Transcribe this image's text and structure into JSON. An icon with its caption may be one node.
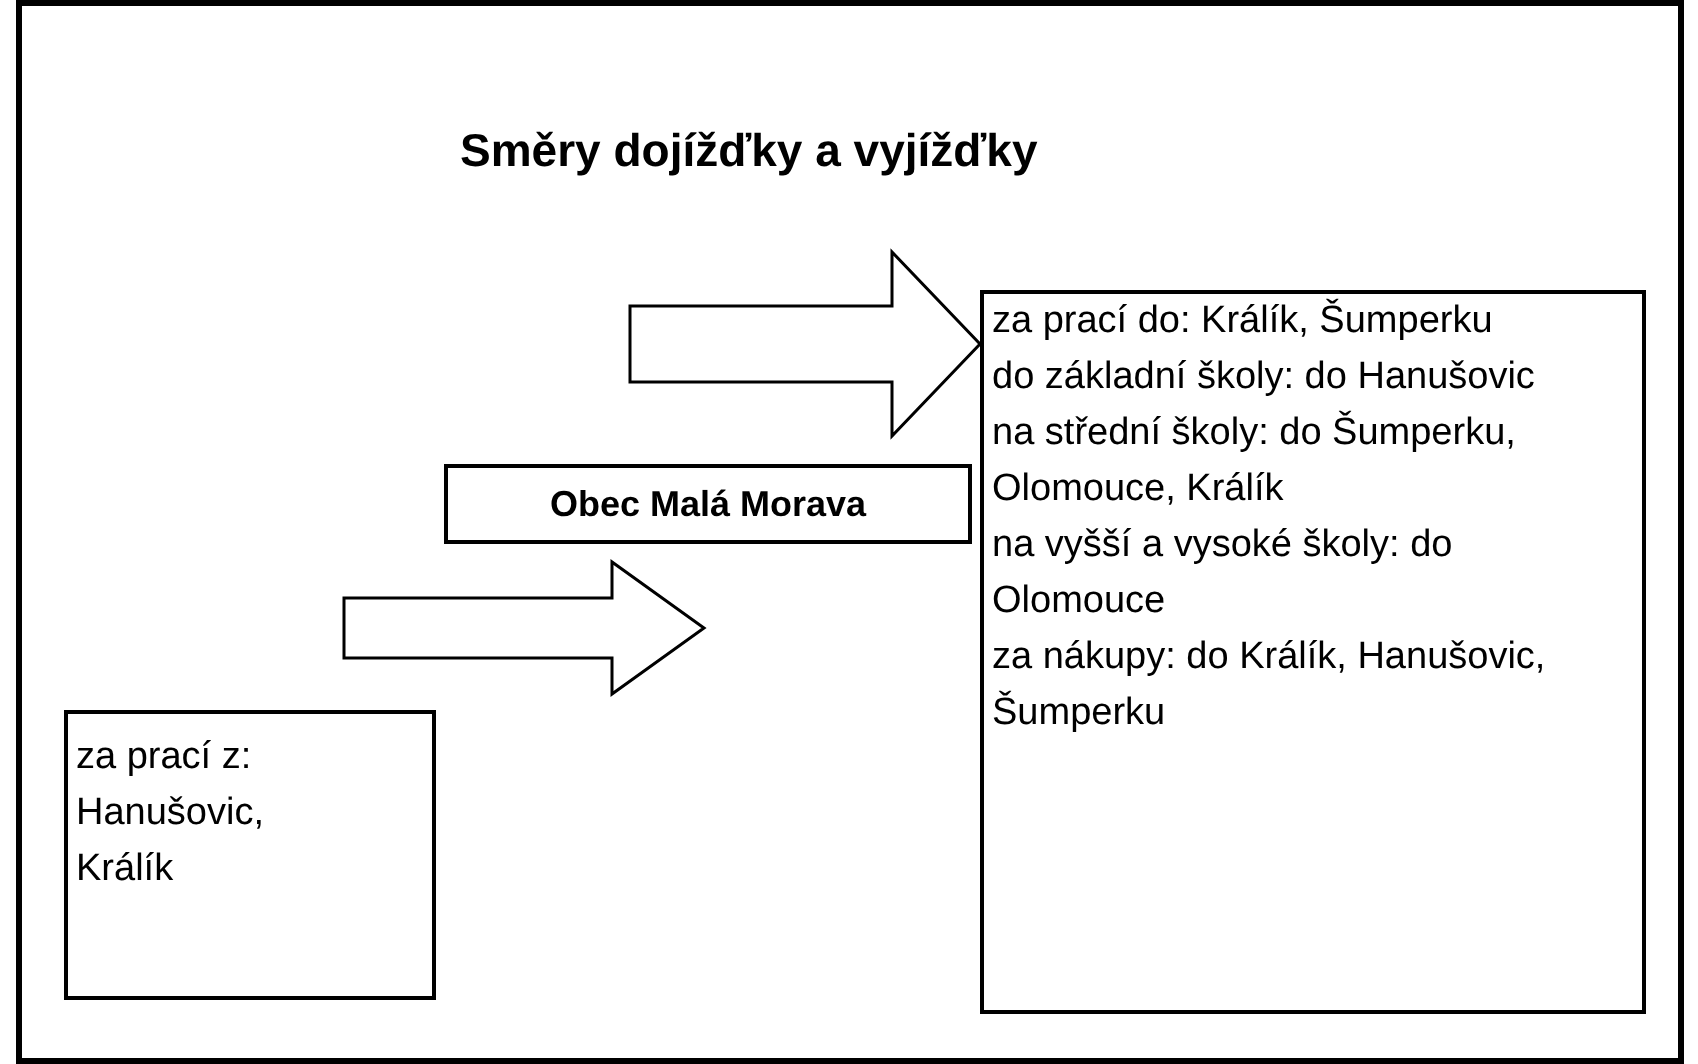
{
  "diagram": {
    "title": "Směry dojížďky a vyjížďky",
    "nodes": [
      {
        "text": [
          "za prací do: Králík, Šumperku",
          "do základní školy: do Hanušovic",
          "na střední školy: do Šumperku, Olomouce, Králík",
          "na vyšší a vysoké školy: do Olomouce",
          "za nákupy: do Králík, Hanušovic, Šumperku"
        ]
      },
      {
        "text": [
          "Obec Malá Morava"
        ]
      },
      {
        "text": [
          "za prací z: Hanušovic, Králík"
        ]
      }
    ],
    "edges": [
      {
        "from": 2,
        "to": 1,
        "arrow": "to"
      },
      {
        "from": 1,
        "to": 0,
        "arrow": "to"
      }
    ]
  }
}
